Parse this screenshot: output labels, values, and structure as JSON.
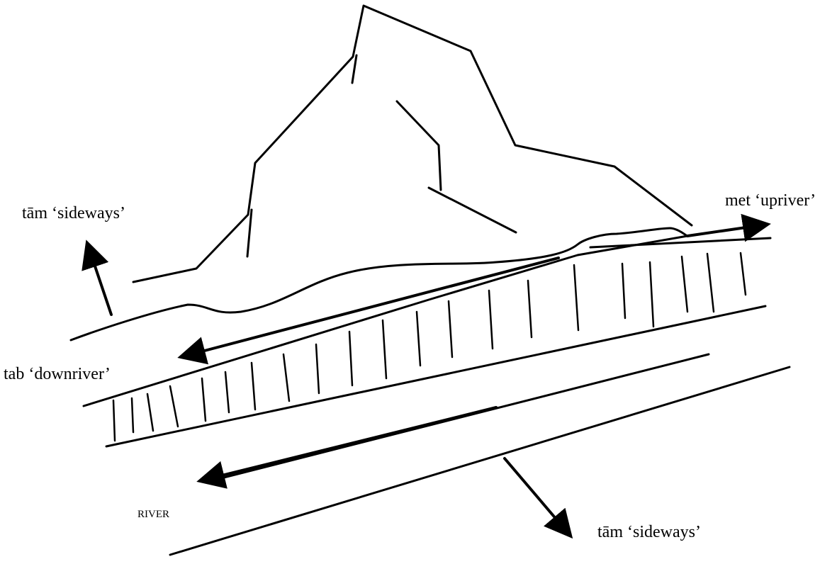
{
  "labels": {
    "sideways_upper": "tām ‘sideways’",
    "upriver": "met ‘upriver’",
    "downriver": "tab ‘downriver’",
    "river": "RIVER",
    "sideways_lower": "tām ‘sideways’"
  },
  "colors": {
    "ink": "#000000",
    "background": "#ffffff"
  }
}
